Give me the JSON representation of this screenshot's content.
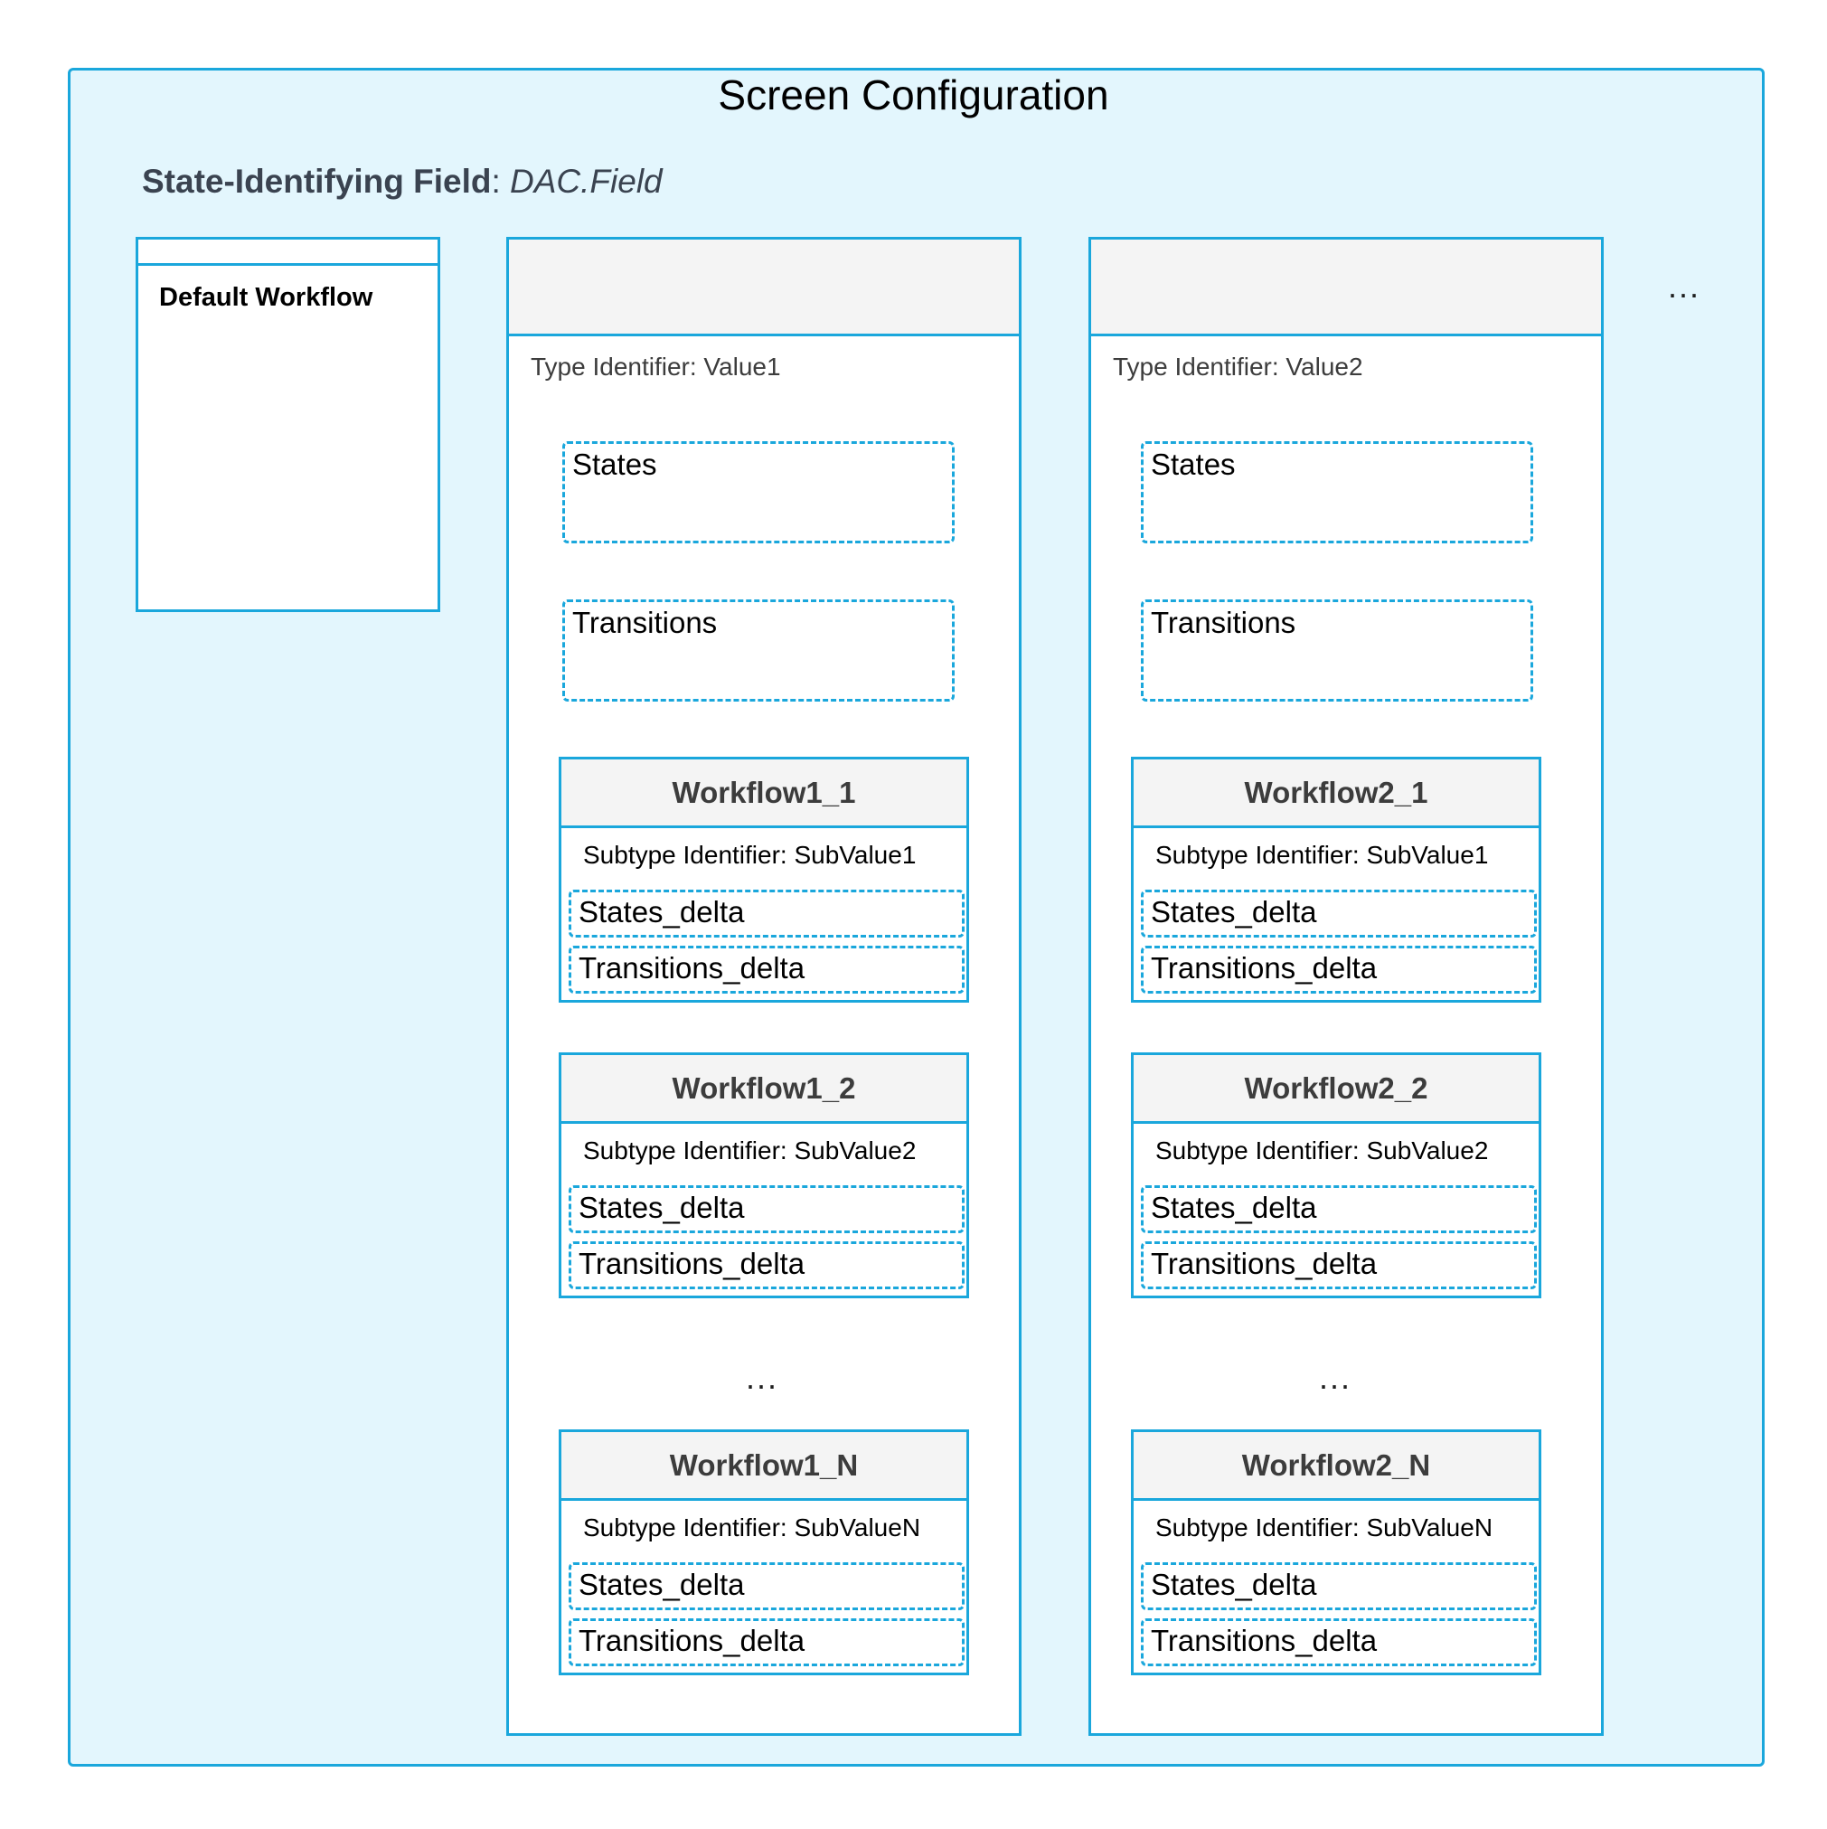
{
  "title": "Screen Configuration",
  "state_field": {
    "label": "State-Identifying Field",
    "separator": ":",
    "value": "DAC.Field"
  },
  "default_workflow": "Default Workflow",
  "more_columns": "...",
  "columns": [
    {
      "type_identifier": "Type Identifier: Value1",
      "states": "States",
      "transitions": "Transitions",
      "ellipsis": "...",
      "workflows": [
        {
          "name": "Workflow1_1",
          "subtype": "Subtype Identifier: SubValue1",
          "states_delta": "States_delta",
          "transitions_delta": "Transitions_delta"
        },
        {
          "name": "Workflow1_2",
          "subtype": "Subtype Identifier: SubValue2",
          "states_delta": "States_delta",
          "transitions_delta": "Transitions_delta"
        },
        {
          "name": "Workflow1_N",
          "subtype": "Subtype Identifier: SubValueN",
          "states_delta": "States_delta",
          "transitions_delta": "Transitions_delta"
        }
      ]
    },
    {
      "type_identifier": "Type Identifier: Value2",
      "states": "States",
      "transitions": "Transitions",
      "ellipsis": "...",
      "workflows": [
        {
          "name": "Workflow2_1",
          "subtype": "Subtype Identifier: SubValue1",
          "states_delta": "States_delta",
          "transitions_delta": "Transitions_delta"
        },
        {
          "name": "Workflow2_2",
          "subtype": "Subtype Identifier: SubValue2",
          "states_delta": "States_delta",
          "transitions_delta": "Transitions_delta"
        },
        {
          "name": "Workflow2_N",
          "subtype": "Subtype Identifier: SubValueN",
          "states_delta": "States_delta",
          "transitions_delta": "Transitions_delta"
        }
      ]
    }
  ]
}
